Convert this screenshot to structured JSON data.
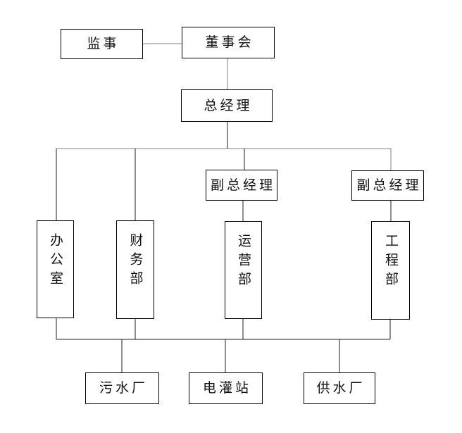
{
  "colors": {
    "background": "#ffffff",
    "box_border": "#000000",
    "connector_dark": "#1f1f1f",
    "connector_gray": "#808080",
    "text": "#111111"
  },
  "nodes": {
    "supervisor": {
      "label": "监事"
    },
    "board": {
      "label": "董事会"
    },
    "general_manager": {
      "label": "总经理"
    },
    "deputy_gm_1": {
      "label": "副总经理"
    },
    "deputy_gm_2": {
      "label": "副总经理"
    },
    "office": {
      "label": "办公室"
    },
    "finance_dept": {
      "label": "财务部"
    },
    "operations_dept": {
      "label": "运营部"
    },
    "engineering_dept": {
      "label": "工程部"
    },
    "sewage_plant": {
      "label": "污水厂"
    },
    "irrigation_station": {
      "label": "电灌站"
    },
    "water_supply_plant": {
      "label": "供水厂"
    }
  }
}
